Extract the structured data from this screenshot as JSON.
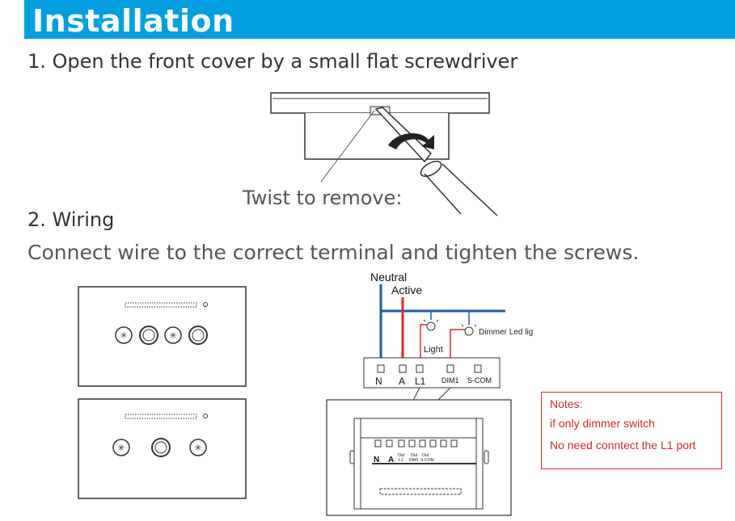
{
  "header": {
    "title": "Installation"
  },
  "step1": {
    "text": "1. Open the front cover by a small flat screwdriver",
    "callout": "Twist to remove:"
  },
  "step2": {
    "title": "2. Wiring",
    "instruction": "Connect wire to the correct terminal and tighten the screws."
  },
  "wiring": {
    "neutral": "Neutral",
    "active": "Active",
    "light": "Light",
    "dimmer_led": "Dimmer Led ligth",
    "terminals": [
      "N",
      "A",
      "L1",
      "DIM1",
      "S-COM"
    ],
    "back_labels": [
      "N",
      "A"
    ],
    "back_small": [
      "Out",
      "Out",
      "Out",
      "L1",
      "DIM1",
      "S-COM"
    ],
    "neutral_color": "#1e5aa8",
    "active_color": "#d9292b"
  },
  "notes": {
    "title": "Notes:",
    "line1": "if only dimmer switch",
    "line2": "No need conntect the  L1 port"
  }
}
